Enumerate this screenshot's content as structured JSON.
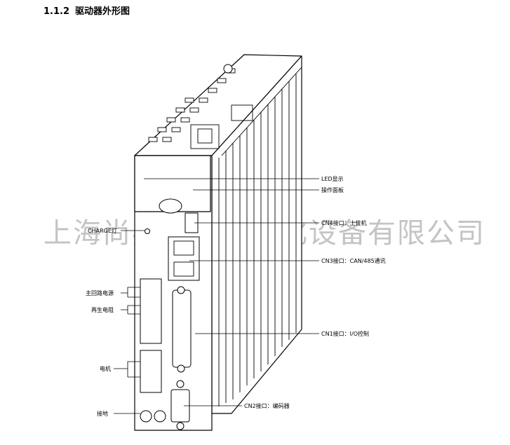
{
  "heading": {
    "number": "1.1.2",
    "title": "驱动器外形图"
  },
  "watermark": "上海尚兵榕驰自动化设备有限公司",
  "labels": {
    "led": "LED显示",
    "panel": "操作面板",
    "cn4": "CN4接口：上位机",
    "cn3": "CN3接口：CAN/485通讯",
    "cn1": "CN1接口：I/O控制",
    "cn2": "CN2接口：编码器",
    "charge": "CHARGE灯",
    "main_power": "主回路电源",
    "regen": "再生电阻",
    "motor": "电机",
    "ground": "接地"
  }
}
